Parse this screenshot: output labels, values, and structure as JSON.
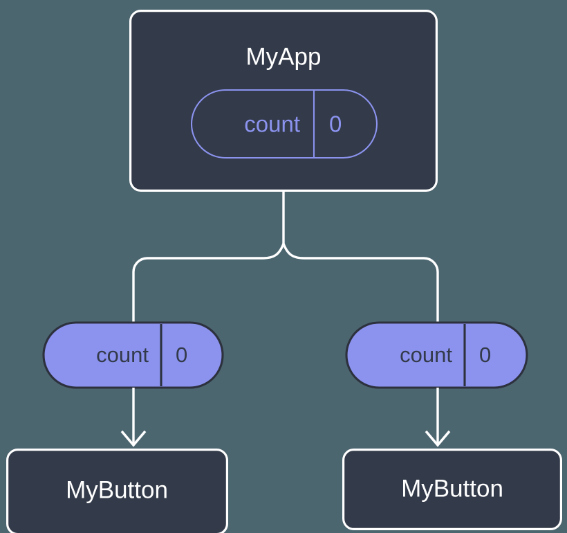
{
  "diagram": {
    "type": "component-state-tree",
    "background_color": "#4c6670",
    "node_fill_color": "#333a49",
    "node_border_color": "#ffffff",
    "accent_color": "#8b93ef",
    "connector_color": "#ffffff",
    "root": {
      "title": "MyApp",
      "state": {
        "key": "count",
        "value": "0"
      }
    },
    "branches": [
      {
        "state": {
          "key": "count",
          "value": "0"
        },
        "child": {
          "title": "MyButton"
        }
      },
      {
        "state": {
          "key": "count",
          "value": "0"
        },
        "child": {
          "title": "MyButton"
        }
      }
    ]
  }
}
